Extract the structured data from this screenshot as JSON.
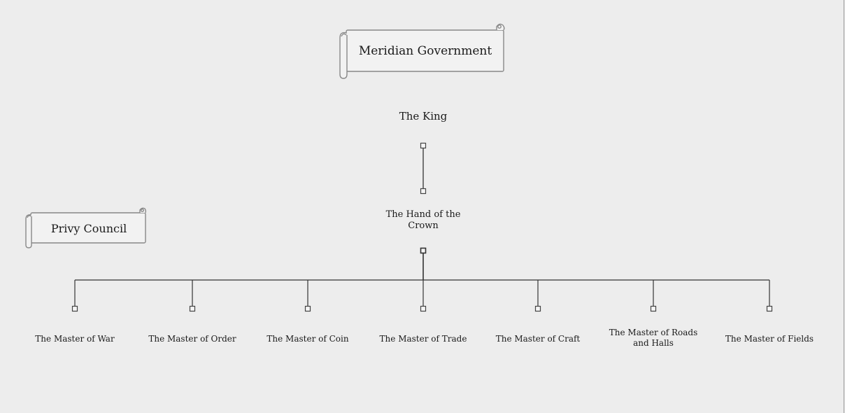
{
  "title": "Meridian Government",
  "section_label": "Privy Council",
  "king": "The King",
  "hand": "The Hand of the Crown",
  "masters": [
    "The Master of War",
    "The Master of Order",
    "The Master of Coin",
    "The Master of Trade",
    "The Master of Craft",
    "The Master of Roads and Halls",
    "The Master of Fields"
  ],
  "colors": {
    "background": "#ededed",
    "line": "#333333",
    "scroll_fill": "#f2f2f2",
    "scroll_stroke": "#888888"
  },
  "icons": {
    "scroll": "parchment-scroll",
    "connector": "square-handle"
  }
}
